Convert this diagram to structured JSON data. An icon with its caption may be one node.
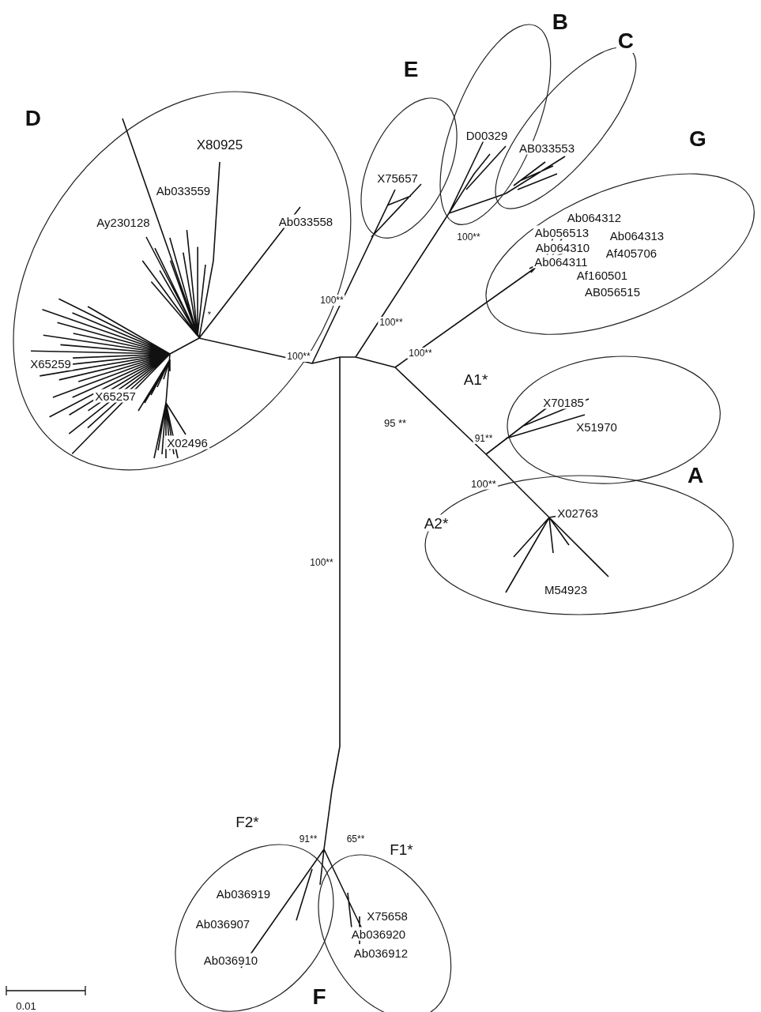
{
  "diagram": {
    "nodes": [
      {
        "text": [
          "B",
          "D00329"
        ]
      },
      {
        "text": [
          "C",
          "AB033553"
        ]
      },
      {
        "text": [
          "E",
          "X75657"
        ]
      },
      {
        "text": [
          "D",
          "X80925",
          "Ab033559",
          "Ay230128",
          "Ab033558",
          "X65259",
          "X65257",
          "X02496"
        ]
      },
      {
        "text": [
          "G",
          "Ab064312",
          "Ab056513",
          "Ab064313",
          "Ab064310",
          "Af405706",
          "Ab064311",
          "Af160501",
          "AB056515"
        ]
      },
      {
        "text": [
          "A1*",
          "X70185",
          "X51970"
        ]
      },
      {
        "text": [
          "A2*",
          "X02763",
          "M54923"
        ]
      },
      {
        "text": [
          "F2*",
          "Ab036919",
          "Ab036907",
          "Ab036910"
        ]
      },
      {
        "text": [
          "F1*",
          "X75658",
          "Ab036920",
          "Ab036912"
        ]
      }
    ],
    "edges": [],
    "labels": [
      "100**",
      "100**",
      "*",
      "100**",
      "100**",
      "100**",
      "95 **",
      "91**",
      "A",
      "100**",
      "100**",
      "91**",
      "65**",
      "F",
      "0.01"
    ]
  }
}
